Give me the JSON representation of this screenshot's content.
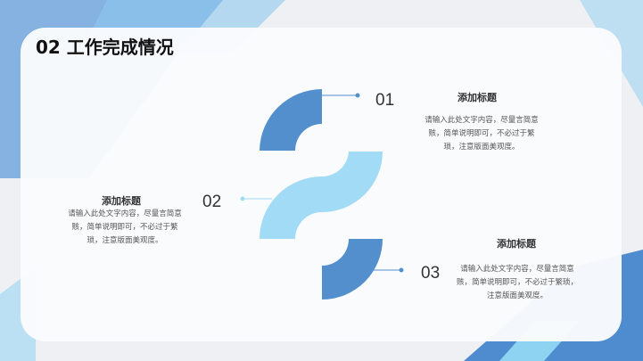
{
  "title": "02 工作完成情况",
  "items": [
    {
      "num": "01",
      "heading": "添加标题",
      "lines": [
        "请输入此处文字内容，尽量言简意",
        "赅，简单说明即可，不必过于繁",
        "琐，注意版面美观度。"
      ]
    },
    {
      "num": "02",
      "heading": "添加标题",
      "lines": [
        "请输入此处文字内容，尽量言简意",
        "赅，简单说明即可，不必过于繁",
        "琐，注意版面美观度。"
      ]
    },
    {
      "num": "03",
      "heading": "添加标题",
      "lines": [
        "请输入此处文字内容，尽量言简意",
        "赅，简单说明即可，不必过于繁琐，",
        "注意版面美观度。"
      ]
    }
  ],
  "colors": {
    "dark_blue": "#528fcc",
    "light_blue": "#a1dbf5"
  }
}
